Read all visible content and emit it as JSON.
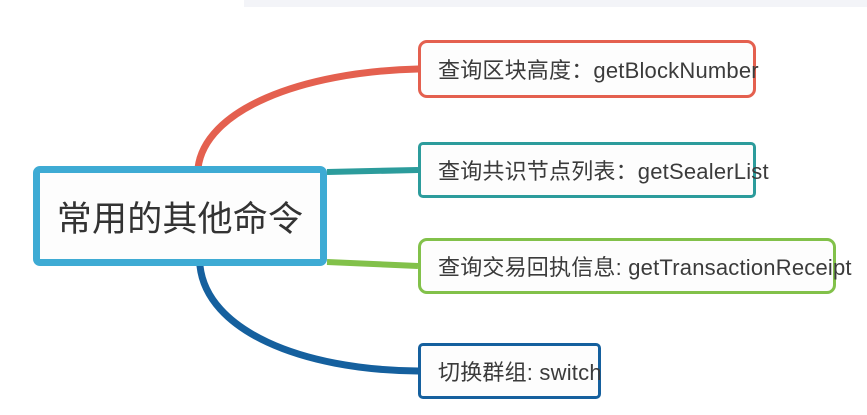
{
  "diagram": {
    "type": "mind-map",
    "background_color": "#ffffff",
    "root": {
      "label": "常用的其他命令",
      "border_color": "#3eabd4",
      "fill_color": "#fdfdfd"
    },
    "branches": [
      {
        "label": "查询区块高度：getBlockNumber",
        "border_color": "#e4604f",
        "edge_color": "#e4604f",
        "edge_style": "curve",
        "attach": "top"
      },
      {
        "label": "查询共识节点列表：getSealerList",
        "border_color": "#2c9c9c",
        "edge_color": "#2c9c9c",
        "edge_style": "straight",
        "attach": "right-upper"
      },
      {
        "label": "查询交易回执信息: getTransactionReceipt",
        "border_color": "#82c14a",
        "edge_color": "#82c14a",
        "edge_style": "straight",
        "attach": "right-lower"
      },
      {
        "label": "切换群组: switch",
        "border_color": "#15609e",
        "edge_color": "#15609e",
        "edge_style": "curve",
        "attach": "bottom"
      }
    ]
  }
}
